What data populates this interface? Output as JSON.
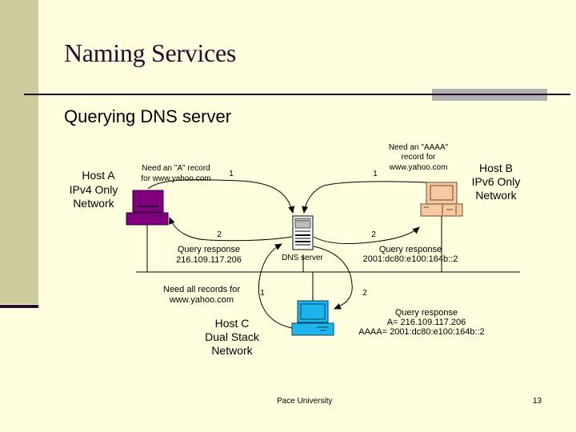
{
  "slide": {
    "title": "Naming Services",
    "subtitle": "Querying DNS server",
    "footer": "Pace University",
    "page_number": "13"
  },
  "colors": {
    "background": "#FFFFE0",
    "sidebar": "#CBCB9C",
    "title_text": "#2A0A2A",
    "accent_bar": "#B0B0B0",
    "host_a": "#800080",
    "host_b": "#F8C8A0",
    "host_c": "#1EB4F0"
  },
  "diagram": {
    "host_a": {
      "name_lines": [
        "Host A",
        "IPv4 Only",
        "Network"
      ],
      "request_lines": [
        "Need an \"A\" record",
        "for www.yahoo.com"
      ],
      "request_step": "1",
      "response_step": "2",
      "response_lines": [
        "Query response",
        "216.109.117.206"
      ]
    },
    "host_b": {
      "name_lines": [
        "Host B",
        "IPv6 Only",
        "Network"
      ],
      "request_lines": [
        "Need an \"AAAA\"",
        "record for",
        "www.yahoo.com"
      ],
      "request_step": "1",
      "response_step": "2",
      "response_lines": [
        "Query response",
        "2001:dc80:e100:164b::2"
      ]
    },
    "host_c": {
      "name_lines": [
        "Host C",
        "Dual Stack",
        "Network"
      ],
      "request_lines": [
        "Need all records for",
        "www.yahoo.com"
      ],
      "request_step": "1",
      "response_step": "2",
      "response_lines": [
        "Query response",
        "A= 216.109.117.206",
        "AAAA= 2001:dc80:e100:164b::2"
      ]
    },
    "dns_server": {
      "label": "DNS server"
    }
  }
}
